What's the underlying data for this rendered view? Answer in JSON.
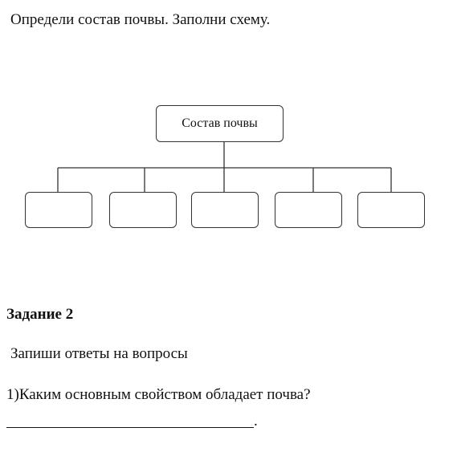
{
  "instruction": "Определи состав почвы. Заполни схему.",
  "diagram": {
    "root_label": "Состав почвы",
    "children": [
      "",
      "",
      "",
      "",
      ""
    ]
  },
  "task": {
    "heading": "Задание 2",
    "subtitle": "Запиши ответы на вопросы",
    "question_1": "1)Каким основным свойством обладает почва?",
    "answer_terminator": "."
  }
}
